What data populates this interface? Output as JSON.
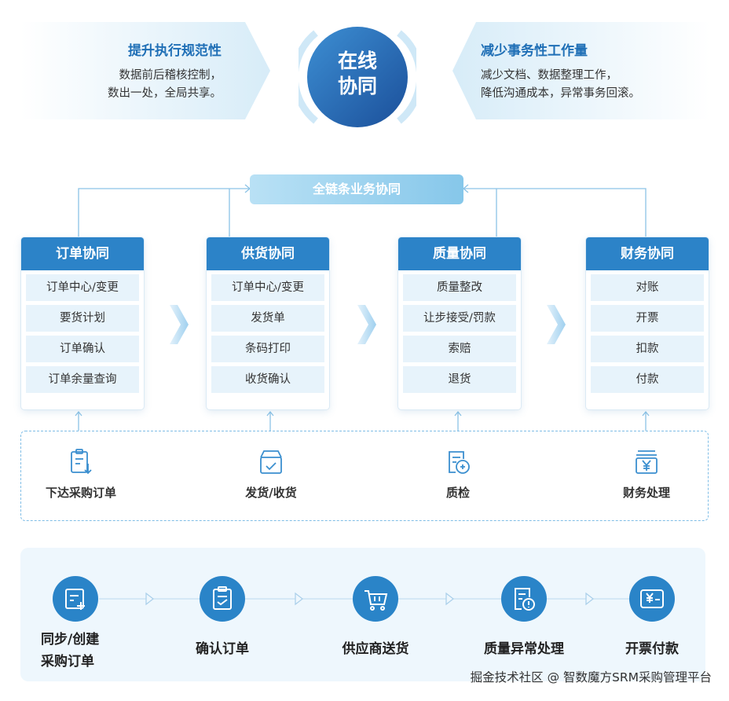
{
  "top": {
    "left_title": "提升执行规范性",
    "left_lines": [
      "数据前后稽核控制，",
      "数出一处，全局共享。"
    ],
    "center": [
      "在线",
      "协同"
    ],
    "right_title": "减少事务性工作量",
    "right_lines": [
      "减少文档、数据整理工作，",
      "降低沟通成本，异常事务回滚。"
    ]
  },
  "chain_label": "全链条业务协同",
  "cards": [
    {
      "title": "订单协同",
      "items": [
        "订单中心/变更",
        "要货计划",
        "订单确认",
        "订单余量查询"
      ]
    },
    {
      "title": "供货协同",
      "items": [
        "订单中心/变更",
        "发货单",
        "条码打印",
        "收货确认"
      ]
    },
    {
      "title": "质量协同",
      "items": [
        "质量整改",
        "让步接受/罚款",
        "索赔",
        "退货"
      ]
    },
    {
      "title": "财务协同",
      "items": [
        "对账",
        "开票",
        "扣款",
        "付款"
      ]
    }
  ],
  "bottom_actions": [
    {
      "label": "下达采购订单",
      "icon": "clipboard-download-icon"
    },
    {
      "label": "发货/收货",
      "icon": "package-box-icon"
    },
    {
      "label": "质检",
      "icon": "inspection-doc-icon"
    },
    {
      "label": "财务处理",
      "icon": "finance-yen-icon"
    }
  ],
  "process_steps": [
    {
      "lines": [
        "同步/创建",
        "采购订单"
      ],
      "icon": "create-order-icon"
    },
    {
      "lines": [
        "确认订单"
      ],
      "icon": "confirm-clipboard-icon"
    },
    {
      "lines": [
        "供应商送货"
      ],
      "icon": "cart-icon"
    },
    {
      "lines": [
        "质量异常处理"
      ],
      "icon": "alert-doc-icon"
    },
    {
      "lines": [
        "开票付款"
      ],
      "icon": "invoice-yen-icon"
    }
  ],
  "watermark": "掘金技术社区 @ 智数魔方SRM采购管理平台",
  "colors": {
    "primary": "#2c83c8",
    "light": "#e7f3fb",
    "accent_text": "#1f6fb6"
  }
}
